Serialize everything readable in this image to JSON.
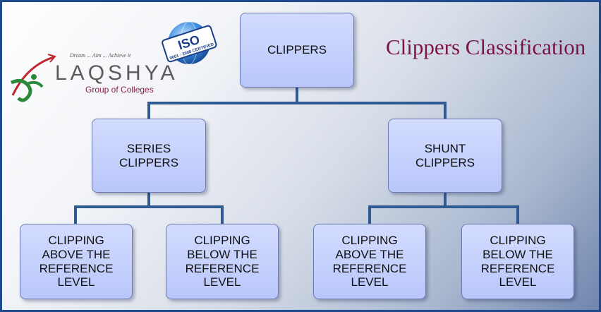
{
  "title": "Clippers Classification",
  "logo": {
    "tagline": "Dream ... Aim ... Achieve it",
    "name": "LAQSHYA",
    "subtitle": "Group of Colleges"
  },
  "seal": {
    "text": "ISO",
    "subtext": "9001 : 2008 CERTIFIED"
  },
  "diagram": {
    "root": "CLIPPERS",
    "series": {
      "label": "SERIES\nCLIPPERS",
      "above": "CLIPPING\nABOVE THE\nREFERENCE\nLEVEL",
      "below": "CLIPPING\nBELOW THE\nREFERENCE\nLEVEL"
    },
    "shunt": {
      "label": "SHUNT\nCLIPPERS",
      "above": "CLIPPING\nABOVE THE\nREFERENCE\nLEVEL",
      "below": "CLIPPING\nBELOW THE\nREFERENCE\nLEVEL"
    }
  },
  "colors": {
    "connector": "#2f5a92",
    "title": "#7a1346",
    "box_fill": "#c6d0fc",
    "border": "#1f4a8c"
  }
}
